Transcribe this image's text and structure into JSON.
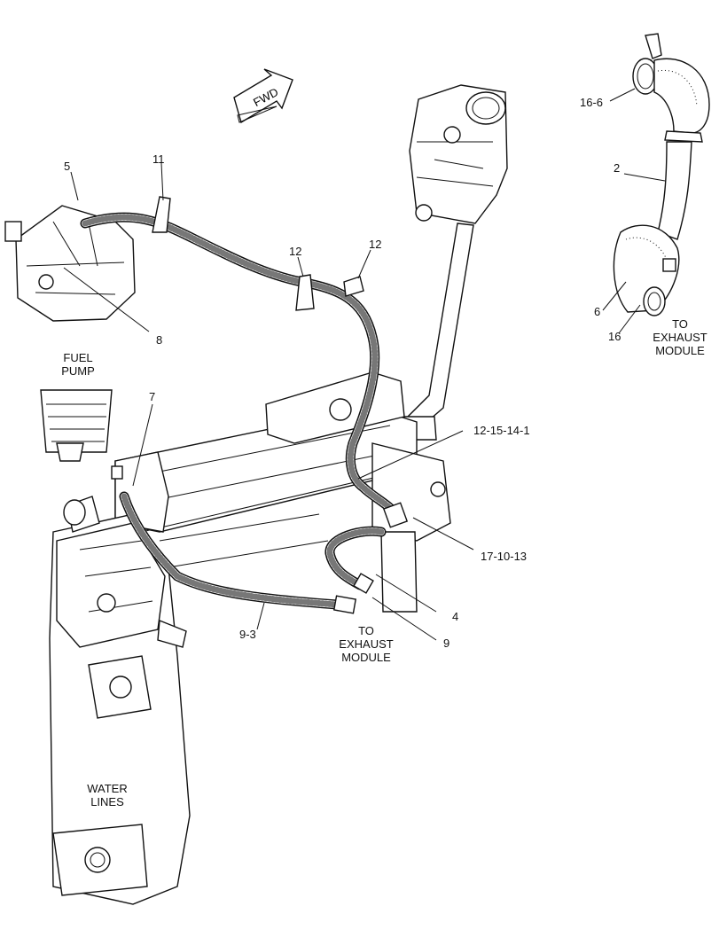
{
  "fwd_arrow": {
    "text": "FWD"
  },
  "callouts": {
    "c_16_6": "16-6",
    "c_2": "2",
    "c_6": "6",
    "c_16": "16",
    "c_5": "5",
    "c_11": "11",
    "c_12a": "12",
    "c_12b": "12",
    "c_8": "8",
    "c_7": "7",
    "c_12_15_14_1": "12-15-14-1",
    "c_17_10_13": "17-10-13",
    "c_4": "4",
    "c_9": "9",
    "c_9_3": "9-3"
  },
  "notes": {
    "exhaust_top": [
      "TO",
      "EXHAUST",
      "MODULE"
    ],
    "exhaust_bottom": [
      "TO",
      "EXHAUST",
      "MODULE"
    ],
    "fuel_pump": [
      "FUEL",
      "PUMP"
    ],
    "water_lines": [
      "WATER",
      "LINES"
    ]
  }
}
